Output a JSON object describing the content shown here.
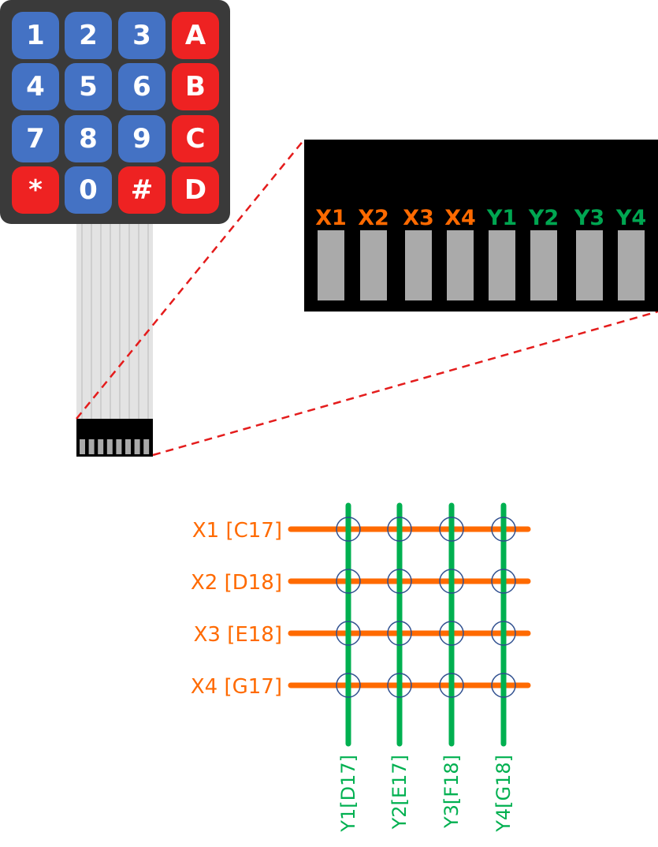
{
  "keypad": {
    "rows": [
      [
        {
          "label": "1",
          "color": "blue"
        },
        {
          "label": "2",
          "color": "blue"
        },
        {
          "label": "3",
          "color": "blue"
        },
        {
          "label": "A",
          "color": "red"
        }
      ],
      [
        {
          "label": "4",
          "color": "blue"
        },
        {
          "label": "5",
          "color": "blue"
        },
        {
          "label": "6",
          "color": "blue"
        },
        {
          "label": "B",
          "color": "red"
        }
      ],
      [
        {
          "label": "7",
          "color": "blue"
        },
        {
          "label": "8",
          "color": "blue"
        },
        {
          "label": "9",
          "color": "blue"
        },
        {
          "label": "C",
          "color": "red"
        }
      ],
      [
        {
          "label": "*",
          "color": "red"
        },
        {
          "label": "0",
          "color": "blue"
        },
        {
          "label": "#",
          "color": "red"
        },
        {
          "label": "D",
          "color": "red"
        }
      ]
    ],
    "colors": {
      "blue": "#4472c4",
      "red": "#ee2222",
      "body": "#3a3a3a"
    }
  },
  "connector": {
    "pins": [
      {
        "label": "X1",
        "group": "x"
      },
      {
        "label": "X2",
        "group": "x"
      },
      {
        "label": "X3",
        "group": "x"
      },
      {
        "label": "X4",
        "group": "x"
      },
      {
        "label": "Y1",
        "group": "y"
      },
      {
        "label": "Y2",
        "group": "y"
      },
      {
        "label": "Y3",
        "group": "y"
      },
      {
        "label": "Y4",
        "group": "y"
      }
    ],
    "colors": {
      "x": "#ff6a00",
      "y": "#00a651",
      "pin": "#aaaaaa",
      "background": "#000000"
    }
  },
  "matrix": {
    "rows": [
      "X1 [C17]",
      "X2 [D18]",
      "X3 [E18]",
      "X4 [G17]"
    ],
    "columns": [
      "Y1[D17]",
      "Y2[E17]",
      "Y3[F18]",
      "Y4[G18]"
    ],
    "colors": {
      "row": "#ff6a00",
      "column": "#00b050",
      "junction": "#2f4f8f"
    }
  }
}
